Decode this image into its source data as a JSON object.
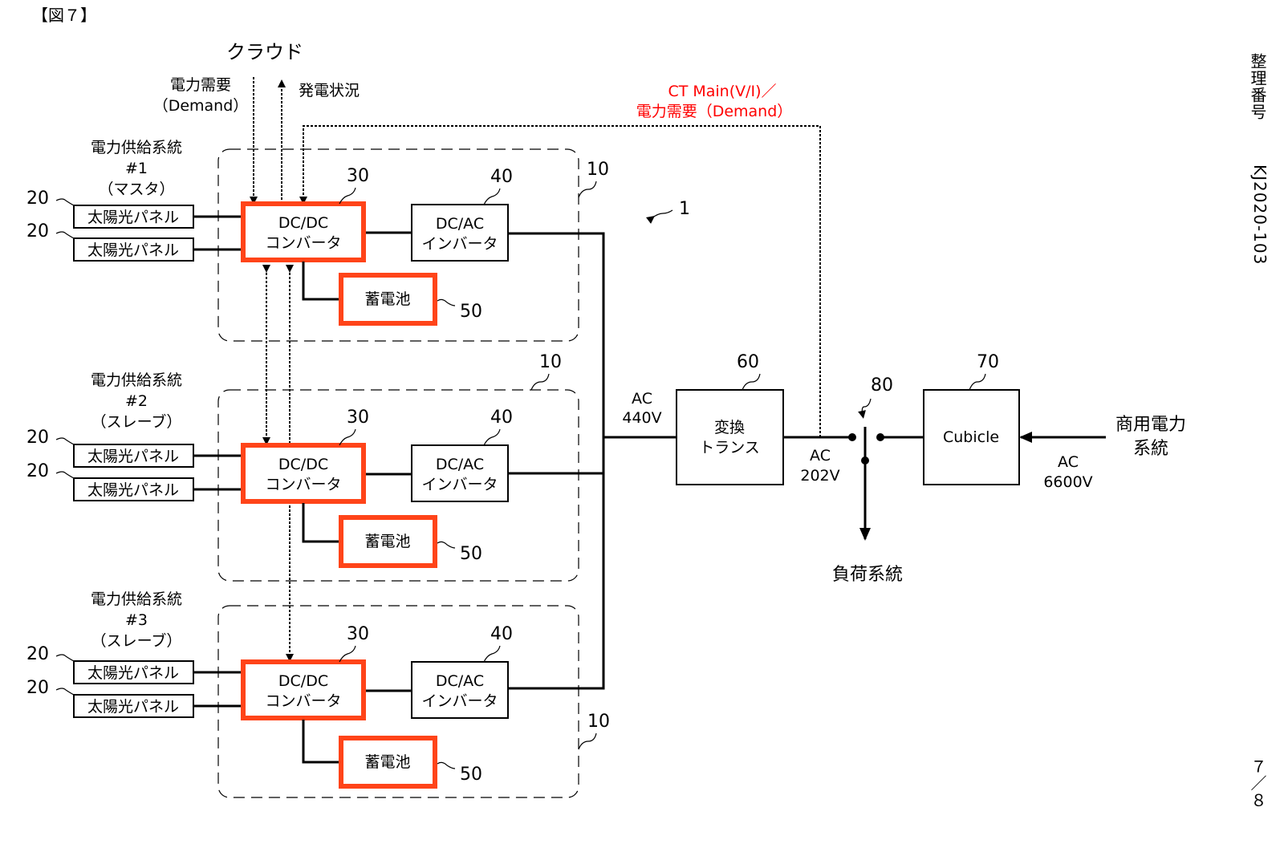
{
  "figure_label": "【図７】",
  "side": {
    "title": "整理番号",
    "number": "KJ2020-103",
    "page": "７／８"
  },
  "cloud": {
    "label": "クラウド",
    "down_label_1": "電力需要",
    "down_label_2": "（Demand）",
    "up_label": "発電状況"
  },
  "ct_signal": {
    "line1": "CT Main(V/I)／",
    "line2": "電力需要（Demand）",
    "color": "#ff0000"
  },
  "systems": [
    {
      "title": "電力供給系統",
      "num": "#1",
      "role": "（マスタ）",
      "panels": [
        "太陽光パネル",
        "太陽光パネル"
      ],
      "panel_ref": "20",
      "converter": {
        "line1": "DC/DC",
        "line2": "コンバータ",
        "ref": "30"
      },
      "inverter": {
        "line1": "DC/AC",
        "line2": "インバータ",
        "ref": "40"
      },
      "battery": {
        "label": "蓄電池",
        "ref": "50"
      },
      "group_ref": "10"
    },
    {
      "title": "電力供給系統",
      "num": "#2",
      "role": "（スレーブ）",
      "panels": [
        "太陽光パネル",
        "太陽光パネル"
      ],
      "panel_ref": "20",
      "converter": {
        "line1": "DC/DC",
        "line2": "コンバータ",
        "ref": "30"
      },
      "inverter": {
        "line1": "DC/AC",
        "line2": "インバータ",
        "ref": "40"
      },
      "battery": {
        "label": "蓄電池",
        "ref": "50"
      },
      "group_ref": "10"
    },
    {
      "title": "電力供給系統",
      "num": "#3",
      "role": "（スレーブ）",
      "panels": [
        "太陽光パネル",
        "太陽光パネル"
      ],
      "panel_ref": "20",
      "converter": {
        "line1": "DC/DC",
        "line2": "コンバータ",
        "ref": "30"
      },
      "inverter": {
        "line1": "DC/AC",
        "line2": "インバータ",
        "ref": "40"
      },
      "battery": {
        "label": "蓄電池",
        "ref": "50"
      },
      "group_ref": "10"
    }
  ],
  "system_ref": "1",
  "bus_voltage": {
    "line1": "AC",
    "line2": "440V"
  },
  "transformer": {
    "line1": "変換",
    "line2": "トランス",
    "ref": "60"
  },
  "low_voltage": {
    "line1": "AC",
    "line2": "202V"
  },
  "switch_ref": "80",
  "load_label": "負荷系統",
  "cubicle": {
    "label": "Cubicle",
    "ref": "70"
  },
  "grid": {
    "line1": "商用電力",
    "line2": "系統"
  },
  "grid_voltage": {
    "line1": "AC",
    "line2": "6600V"
  },
  "colors": {
    "highlight": "#ff4419",
    "annotation": "#ff0000"
  }
}
